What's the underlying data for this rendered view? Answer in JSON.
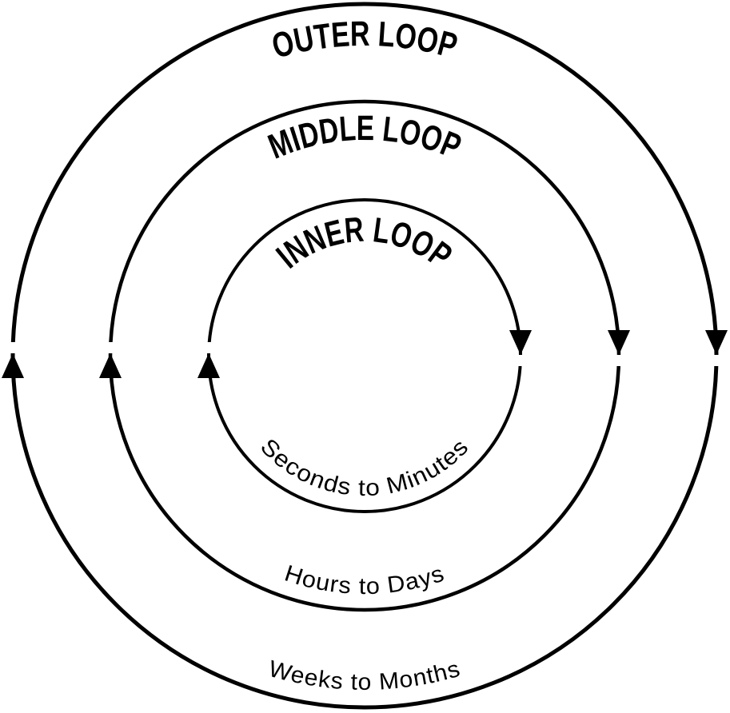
{
  "diagram": {
    "type": "concentric-loops",
    "flow_direction": "clockwise",
    "colors": {
      "ink": "#000000",
      "background": "#ffffff"
    },
    "icons": {
      "left_arrow": "arrow-up-icon",
      "right_arrow": "arrow-down-icon"
    },
    "loops": [
      {
        "name": "outer",
        "label": "OUTER LOOP",
        "timescale": "Weeks to Months"
      },
      {
        "name": "middle",
        "label": "MIDDLE LOOP",
        "timescale": "Hours to Days"
      },
      {
        "name": "inner",
        "label": "INNER LOOP",
        "timescale": "Seconds to Minutes"
      }
    ]
  }
}
